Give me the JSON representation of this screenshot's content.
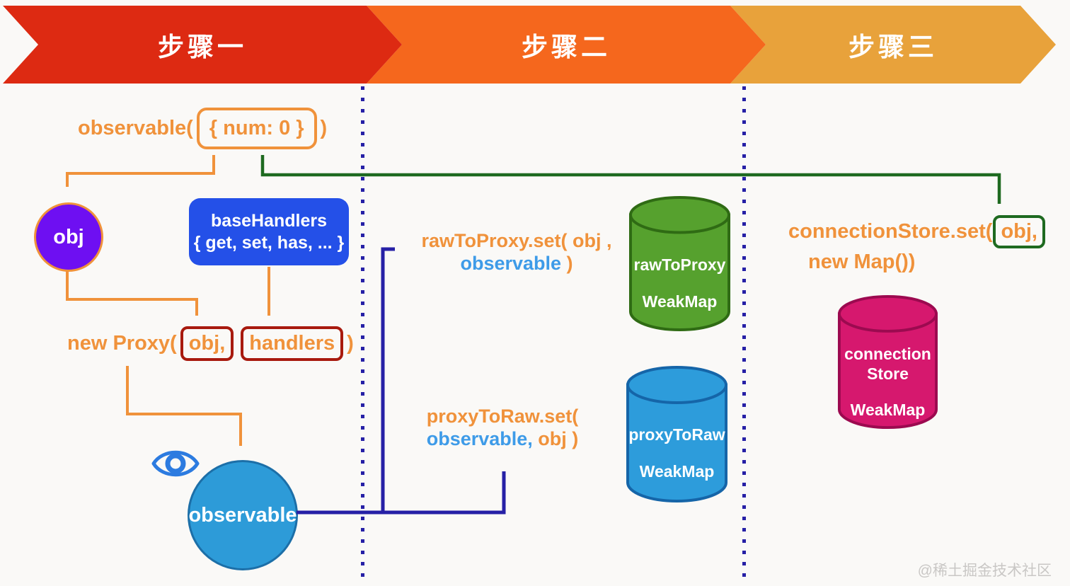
{
  "banners": [
    {
      "label": "步骤一",
      "color": "#DD2A12"
    },
    {
      "label": "步骤二",
      "color": "#F5671D"
    },
    {
      "label": "步骤三",
      "color": "#E8A23B"
    }
  ],
  "step1": {
    "observable_call": {
      "prefix": "observable(",
      "arg": "{ num: 0 }",
      "suffix": ")"
    },
    "obj_circle_label": "obj",
    "base_handlers": {
      "line1": "baseHandlers",
      "line2": "{ get, set, has, ... }"
    },
    "new_proxy": {
      "prefix": "new Proxy(",
      "arg1": "obj,",
      "arg2": "handlers",
      "suffix": ")"
    },
    "observable_circle_label": "observable"
  },
  "step2": {
    "raw_to_proxy_call": {
      "line1": "rawToProxy.set( obj ,",
      "line2_arg": "observable",
      "line2_suffix": ")"
    },
    "proxy_to_raw_call": {
      "line1": "proxyToRaw.set(",
      "line2_arg": "observable,",
      "line2_suffix": "obj )"
    },
    "raw_to_proxy_cylinder": {
      "name": "rawToProxy",
      "type": "WeakMap"
    },
    "proxy_to_raw_cylinder": {
      "name": "proxyToRaw",
      "type": "WeakMap"
    }
  },
  "step3": {
    "connection_call": {
      "prefix": "connectionStore.set(",
      "arg": "obj,",
      "line2": "new Map())"
    },
    "connection_cylinder": {
      "name1": "connection",
      "name2": "Store",
      "type": "WeakMap"
    }
  },
  "colors": {
    "background": "#FAF9F7",
    "banner_red": "#DD2A12",
    "banner_orange": "#F5671D",
    "banner_amber": "#E8A23B",
    "orange_accent": "#F0923B",
    "dark_red_box": "#A81A0E",
    "purple_circle": "#6E0FF2",
    "royal_blue_box": "#2450E8",
    "light_blue_circle": "#2D9BD8",
    "navy_line": "#2620A6",
    "dark_green_line": "#1E6A20",
    "green_cylinder": "#56A12E",
    "blue_cylinder": "#2D9CDB",
    "magenta_cylinder": "#D6186E",
    "blue_code_text": "#3E9BE8"
  },
  "watermark": "@稀土掘金技术社区"
}
